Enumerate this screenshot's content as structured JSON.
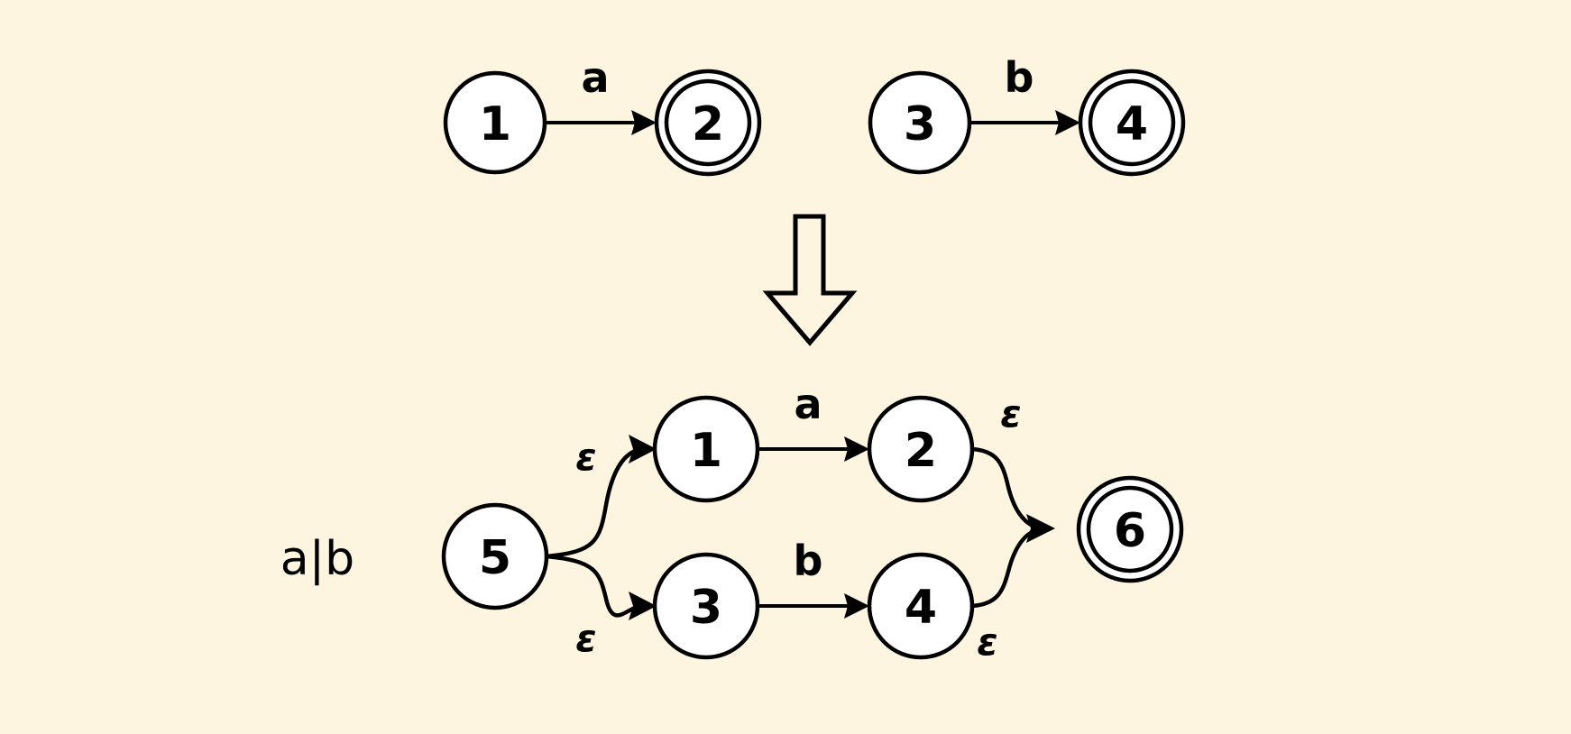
{
  "diagram": {
    "title_label": "a|b",
    "background_color": "#FDF5E0",
    "stroke_color": "#000000",
    "node_fill": "#FFFFFF",
    "top": {
      "fragment_a": {
        "start_state": "1",
        "accept_state": "2",
        "transition_label": "a"
      },
      "fragment_b": {
        "start_state": "3",
        "accept_state": "4",
        "transition_label": "b"
      }
    },
    "transform_arrow": "down-arrow",
    "bottom": {
      "regex": "a|b",
      "new_start_state": "5",
      "new_accept_state": "6",
      "upper_branch": {
        "from_state": "1",
        "to_state": "2",
        "transition_label": "a",
        "entry_epsilon": "ε",
        "exit_epsilon": "ε"
      },
      "lower_branch": {
        "from_state": "3",
        "to_state": "4",
        "transition_label": "b",
        "entry_epsilon": "ε",
        "exit_epsilon": "ε"
      }
    }
  }
}
